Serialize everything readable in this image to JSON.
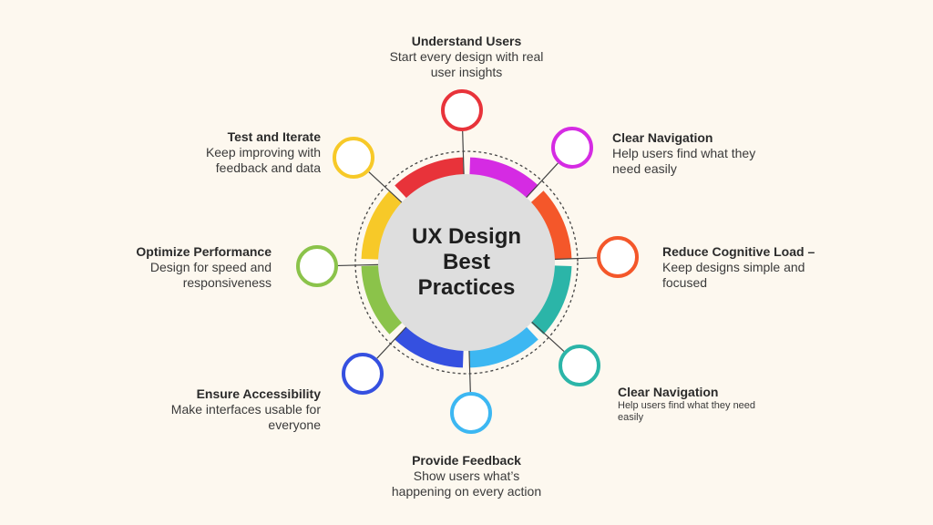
{
  "center": {
    "lines": [
      "UX Design",
      "Best",
      "Practices"
    ]
  },
  "practices": [
    {
      "title": "Understand Users",
      "desc_lines": [
        "Start every design with real",
        "user insights"
      ],
      "color": "#e8333a"
    },
    {
      "title": "Clear Navigation",
      "desc_lines": [
        "Help users find what they",
        "need easily"
      ],
      "color": "#d52be3"
    },
    {
      "title": "Reduce Cognitive Load –",
      "desc_lines": [
        "Keep designs simple and",
        "focused"
      ],
      "color": "#f4572a"
    },
    {
      "title": "Clear Navigation",
      "desc_lines": [
        "Help users find what they need",
        "easily"
      ],
      "color": "#2bb5a8"
    },
    {
      "title": "Provide Feedback",
      "desc_lines": [
        "Show users what’s",
        "happening on every action"
      ],
      "color": "#3cb7f2"
    },
    {
      "title": "Ensure Accessibility",
      "desc_lines": [
        "Make interfaces usable for",
        "everyone"
      ],
      "color": "#3550e0"
    },
    {
      "title": "Optimize Performance",
      "desc_lines": [
        "Design for speed and",
        "responsiveness"
      ],
      "color": "#8bc34a"
    },
    {
      "title": "Test and Iterate",
      "desc_lines": [
        "Keep improving with",
        "feedback and data"
      ],
      "color": "#f7c928"
    }
  ],
  "colors": {
    "background": "#fdf8ef",
    "hub": "#dedede",
    "text": "#2b2b2b"
  }
}
